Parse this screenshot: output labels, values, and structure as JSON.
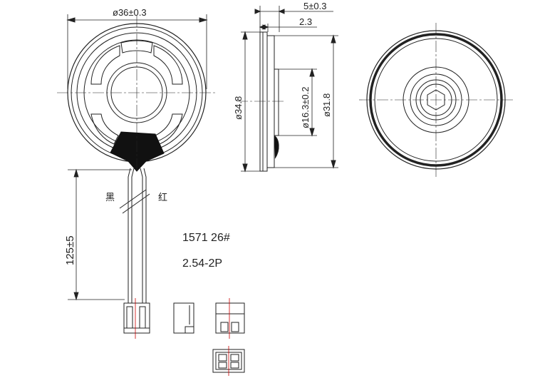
{
  "dimensions": {
    "outer_diameter": "ø36±0.3",
    "total_thickness": "5±0.3",
    "frame_thickness": "2.3",
    "front_diameter": "ø34.8",
    "magnet_diameter": "ø16.3±0.2",
    "rear_diameter": "ø31.8",
    "lead_length": "125±5"
  },
  "wire_labels": {
    "black": "黑",
    "red": "红"
  },
  "part_info": {
    "model_line": "1571 26#",
    "connector_line": "2.54-2P"
  }
}
